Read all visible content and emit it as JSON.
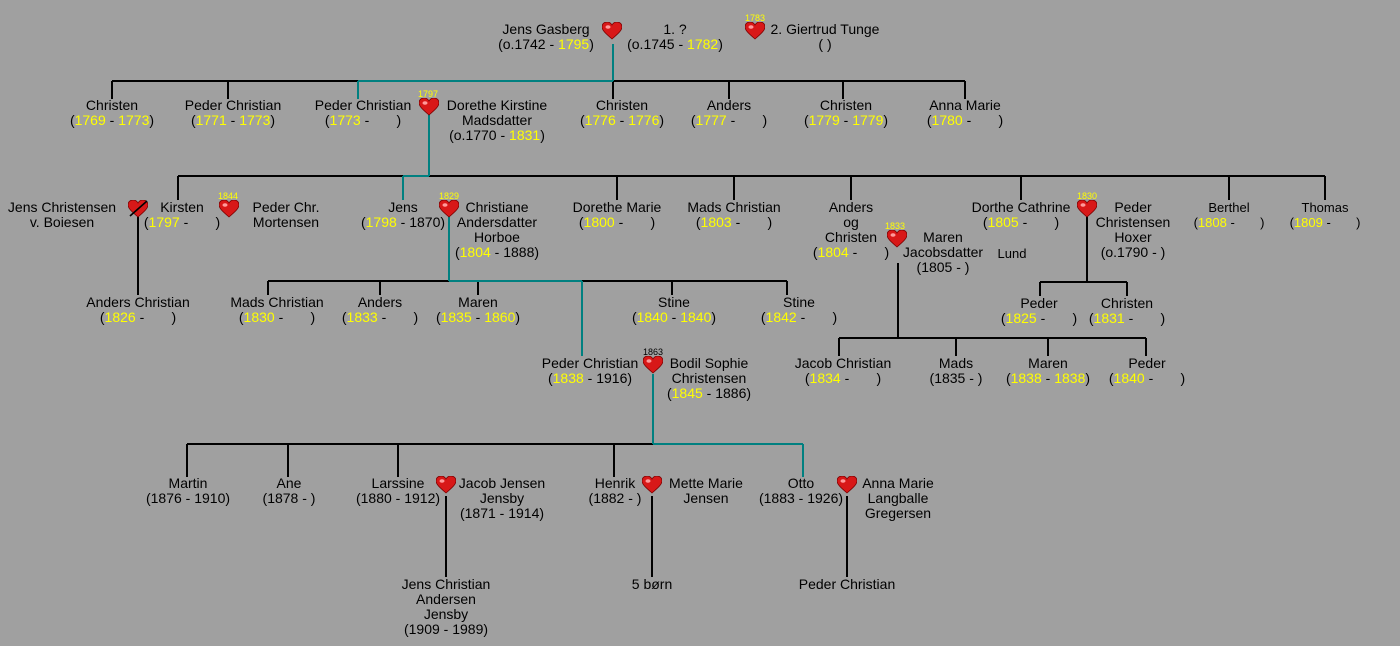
{
  "people": {
    "jens_gasberg": {
      "name": "Jens Gasberg",
      "pre": "(o.1742 - ",
      "death": "1795",
      "post": ")"
    },
    "wife1": {
      "name": "1. ?",
      "pre": "(o.1745 - ",
      "death": "1782",
      "post": ")"
    },
    "wife2": {
      "name": "2. Giertrud Tunge",
      "dates": "(                  )"
    },
    "christen_1769": {
      "name": "Christen",
      "birth": "1769",
      "death": "1773"
    },
    "peder_christian_1771": {
      "name": "Peder Christian",
      "birth": "1771",
      "death": "1773"
    },
    "peder_christian_1773": {
      "name": "Peder Christian",
      "birth": "1773"
    },
    "dorethe_kirstine": {
      "name1": "Dorethe Kirstine",
      "name2": "Madsdatter",
      "pre": "(o.1770 - ",
      "death": "1831",
      "post": ")"
    },
    "christen_1776": {
      "name": "Christen",
      "birth": "1776",
      "death": "1776"
    },
    "anders_1777": {
      "name": "Anders",
      "birth": "1777"
    },
    "christen_1779": {
      "name": "Christen",
      "birth": "1779",
      "death": "1779"
    },
    "anna_marie_1780": {
      "name": "Anna Marie",
      "birth": "1780"
    },
    "jens_christensen_boiesen": {
      "name1": "Jens Christensen",
      "name2": "v. Boiesen"
    },
    "kirsten": {
      "name": "Kirsten",
      "birth": "1797"
    },
    "peder_chr_mortensen": {
      "name1": "Peder Chr.",
      "name2": "Mortensen"
    },
    "jens_1798": {
      "name": "Jens",
      "birth": "1798",
      "rest": " - 1870)"
    },
    "christiane": {
      "name1": "Christiane",
      "name2": "Andersdatter",
      "name3": "Horboe",
      "birth": "1804",
      "rest": " - 1888)"
    },
    "dorethe_marie": {
      "name": "Dorethe Marie",
      "birth": "1800"
    },
    "mads_christian_1803": {
      "name": "Mads Christian",
      "birth": "1803"
    },
    "anders_og_christen": {
      "name1": "Anders",
      "name2": "og",
      "name3": "Christen",
      "birth": "1804"
    },
    "maren_jacobsdatter": {
      "name1": "Maren",
      "name2": "Jacobsdatter",
      "name3": "Lund",
      "dates": "(1805 -      )"
    },
    "dorthe_cathrine": {
      "name": "Dorthe Cathrine",
      "birth": "1805"
    },
    "peder_christensen_hoxer": {
      "name1": "Peder",
      "name2": "Christensen",
      "name3": "Hoxer",
      "dates": "(o.1790 -      )"
    },
    "berthel": {
      "name": "Berthel",
      "birth": "1808"
    },
    "thomas": {
      "name": "Thomas",
      "birth": "1809"
    },
    "anders_christian": {
      "name": "Anders Christian",
      "birth": "1826"
    },
    "mads_christian_1830": {
      "name": "Mads Christian",
      "birth": "1830"
    },
    "anders_1833": {
      "name": "Anders",
      "birth": "1833"
    },
    "maren_1835": {
      "name": "Maren",
      "birth": "1835",
      "death": "1860"
    },
    "stine_1840": {
      "name": "Stine",
      "birth": "1840",
      "death": "1840"
    },
    "stine_1842": {
      "name": "Stine",
      "birth": "1842"
    },
    "peder_1825": {
      "name": "Peder",
      "birth": "1825"
    },
    "christen_1831": {
      "name": "Christen",
      "birth": "1831"
    },
    "peder_christian_1838": {
      "name": "Peder Christian",
      "birth": "1838",
      "rest": " - 1916)"
    },
    "bodil_sophie": {
      "name1": "Bodil Sophie",
      "name2": "Christensen",
      "birth": "1845",
      "rest": " - 1886)"
    },
    "jacob_christian": {
      "name": "Jacob Christian",
      "birth": "1834"
    },
    "mads_1835": {
      "name": "Mads",
      "dates": "(1835 -      )"
    },
    "maren_1838": {
      "name": "Maren",
      "birth": "1838",
      "death": "1838"
    },
    "peder_1840": {
      "name": "Peder",
      "birth": "1840"
    },
    "martin": {
      "name": "Martin",
      "dates": "(1876 - 1910)"
    },
    "ane": {
      "name": "Ane",
      "dates": "(1878 -      )"
    },
    "larssine": {
      "name": "Larssine",
      "dates": "(1880 - 1912)"
    },
    "jacob_jensen_jensby": {
      "name1": "Jacob Jensen",
      "name2": "Jensby",
      "dates": "(1871 - 1914)"
    },
    "henrik": {
      "name": "Henrik",
      "dates": "(1882 -      )"
    },
    "mette_marie_jensen": {
      "name1": "Mette  Marie",
      "name2": "Jensen"
    },
    "otto": {
      "name": "Otto",
      "dates": "(1883 - 1926)"
    },
    "anna_marie_gregersen": {
      "name1": "Anna Marie",
      "name2": "Langballe",
      "name3": "Gregersen"
    },
    "jens_christian_jensby": {
      "name1": "Jens Christian",
      "name2": "Andersen",
      "name3": "Jensby",
      "dates": "(1909 - 1989)"
    },
    "fem_born": {
      "name": "5 børn"
    },
    "peder_christian_grandson": {
      "name": "Peder Christian"
    }
  },
  "marriage_years": {
    "m1783": "1783",
    "m1797": "1797",
    "m1844": "1844",
    "m1829": "1829",
    "m1833": "1833",
    "m1830": "1830",
    "m1863": "1863"
  },
  "colors": {
    "background": "#a0a0a0",
    "line": "#000000",
    "lineage": "#008080",
    "year": "#ffff00",
    "heart": "#d81818"
  }
}
